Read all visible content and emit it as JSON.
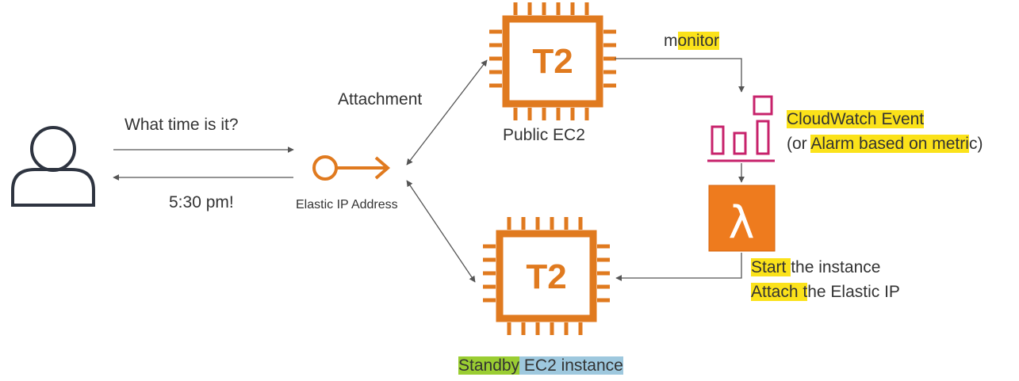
{
  "colors": {
    "ec2_orange": "#e07a1f",
    "cloudwatch_pink": "#c7226b",
    "lambda_orange": "#ee7b1e",
    "arrow": "#555555",
    "user_outline": "#2e3440",
    "highlight_yellow": "#fbe21a",
    "highlight_green": "#9acd32",
    "highlight_blue": "#9ec8de"
  },
  "user": {
    "icon": "user-icon",
    "question": "What time is it?",
    "answer": "5:30 pm!"
  },
  "elastic_ip": {
    "icon": "elastic-ip-icon",
    "label": "Elastic IP Address"
  },
  "attachment_label": "Attachment",
  "public_ec2": {
    "chip_text": "T2",
    "label": "Public EC2"
  },
  "standby_ec2": {
    "chip_text": "T2",
    "label_part1": "Standby",
    "label_part2": " ",
    "label_part3": "EC2 instance"
  },
  "monitor_label": {
    "part1": "m",
    "part2": "onitor"
  },
  "cloudwatch": {
    "icon": "cloudwatch-icon",
    "line1": "CloudWatch Event",
    "line2_prefix": "(or ",
    "line2_highlight": "Alarm based on metri",
    "line2_suffix": "c)"
  },
  "lambda": {
    "icon": "lambda-icon",
    "symbol": "λ",
    "line1_highlight": "Start ",
    "line1_rest": "the instance",
    "line2_highlight": "Attach t",
    "line2_rest": "he Elastic IP"
  }
}
